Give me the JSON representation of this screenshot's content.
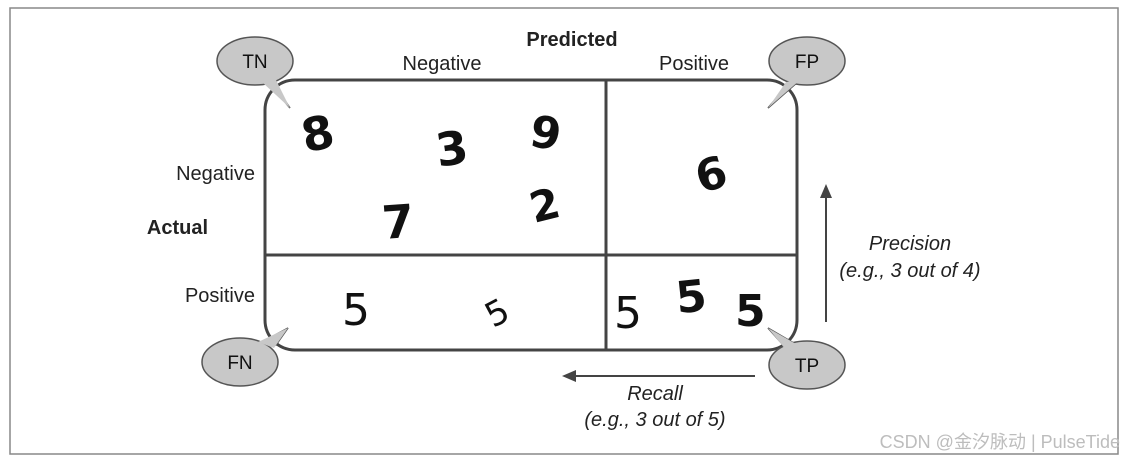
{
  "header": {
    "predicted": "Predicted",
    "actual": "Actual"
  },
  "columns": {
    "negative": "Negative",
    "positive": "Positive"
  },
  "rows": {
    "negative": "Negative",
    "positive": "Positive"
  },
  "bubbles": {
    "tn": "TN",
    "fp": "FP",
    "fn": "FN",
    "tp": "TP"
  },
  "cells": {
    "tn_digits": [
      "8",
      "3",
      "9",
      "7",
      "2"
    ],
    "fp_digits": [
      "6"
    ],
    "fn_digits": [
      "5",
      "5"
    ],
    "tp_digits": [
      "5",
      "5",
      "5"
    ]
  },
  "precision": {
    "label": "Precision",
    "example": "(e.g., 3 out of 4)"
  },
  "recall": {
    "label": "Recall",
    "example": "(e.g., 3 out of 5)"
  },
  "watermark": "CSDN @金汐脉动 | PulseTide",
  "colors": {
    "bubble_fill": "#c8c8c8",
    "bubble_stroke": "#555555",
    "line": "#444444",
    "frame": "#888888"
  }
}
